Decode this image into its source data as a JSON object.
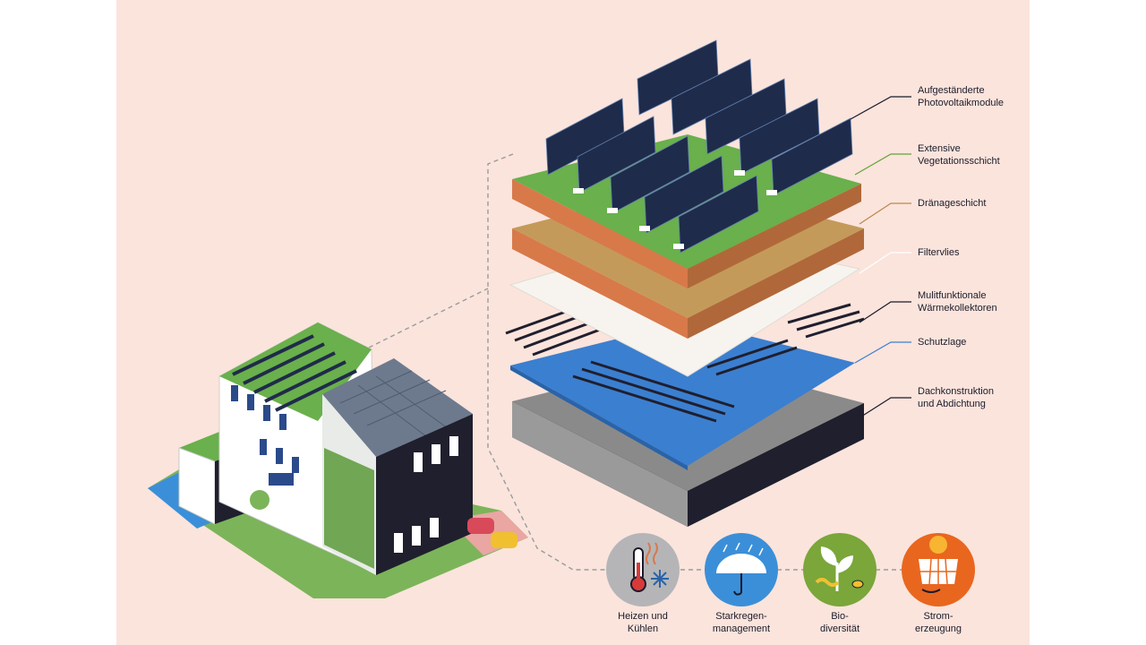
{
  "layers": [
    {
      "id": "pv",
      "label": "Aufgeständerte\nPhotovoltaikmodule",
      "color": "#1b1b2a"
    },
    {
      "id": "veg",
      "label": "Extensive\nVegetationsschicht",
      "color": "#5fa33a"
    },
    {
      "id": "drain",
      "label": "Dränageschicht",
      "color": "#b58a4e"
    },
    {
      "id": "filter",
      "label": "Filtervlies",
      "color": "#ffffff"
    },
    {
      "id": "heat",
      "label": "Mulitfunktionale\nWärmekollektoren",
      "color": "#1b1b2a"
    },
    {
      "id": "protect",
      "label": "Schutzlage",
      "color": "#3b7fd0"
    },
    {
      "id": "roof",
      "label": "Dachkonstruktion\nund Abdichtung",
      "color": "#1b1b2a"
    }
  ],
  "benefits": [
    {
      "id": "heating",
      "label": "Heizen und\nKühlen",
      "icon": "thermometer-snowflake-icon",
      "color": "#b5b5b8"
    },
    {
      "id": "rain",
      "label": "Starkregen-\nmanagement",
      "icon": "umbrella-rain-icon",
      "color": "#3b8fd8"
    },
    {
      "id": "bio",
      "label": "Bio-\ndiversität",
      "icon": "plant-bee-icon",
      "color": "#7aa63a"
    },
    {
      "id": "power",
      "label": "Strom-\nerzeugung",
      "icon": "solar-panel-sun-icon",
      "color": "#e9661f"
    }
  ],
  "colors": {
    "background": "#fbe4dc",
    "navy": "#1b1b2a",
    "grass": "#6ab04c",
    "soil": "#b58a4e",
    "blue": "#3b7fd0"
  }
}
